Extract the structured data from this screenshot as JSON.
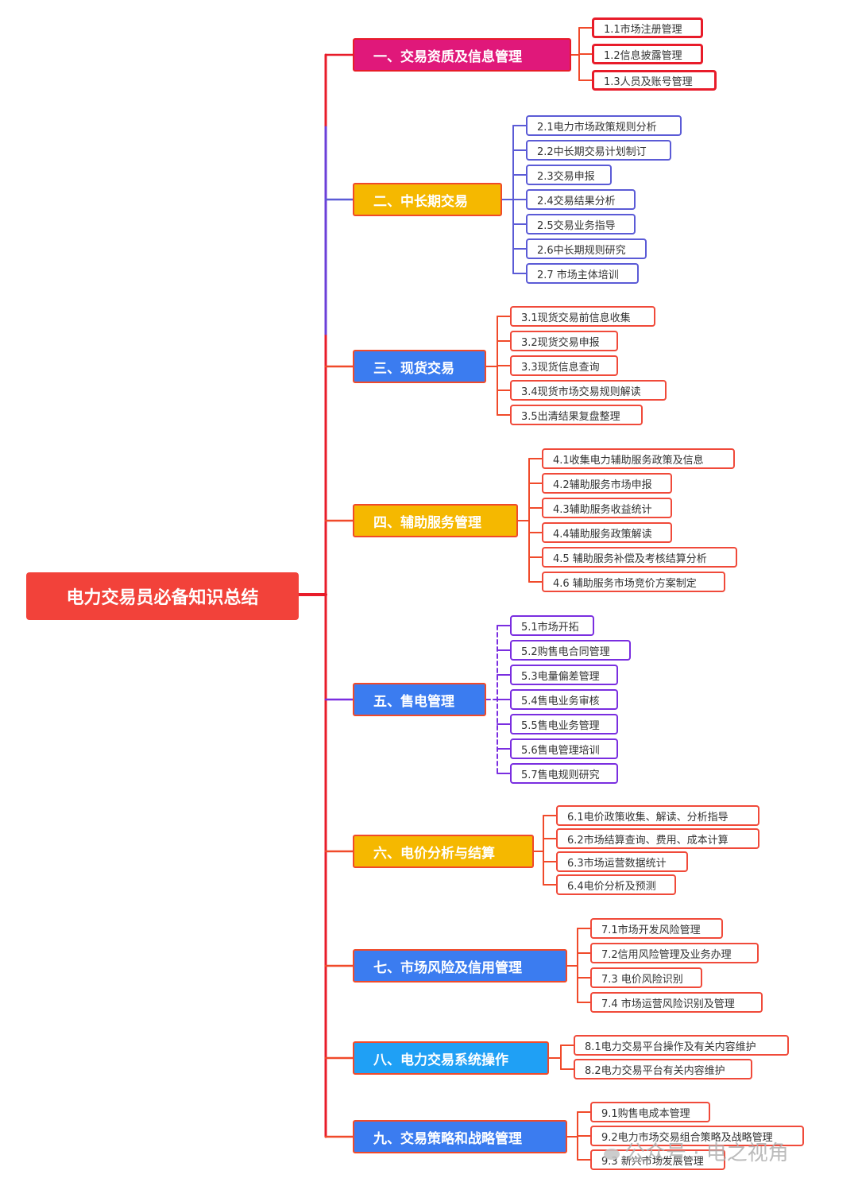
{
  "root": {
    "label": "电力交易员必备知识总结",
    "color": "#f2423a"
  },
  "categories": [
    {
      "label": "一、交易资质及信息管理",
      "color": "#e0187a",
      "line": "#e81c2a",
      "items": [
        "1.1市场注册管理",
        "1.2信息披露管理",
        "1.3人员及账号管理"
      ]
    },
    {
      "label": "二、中长期交易",
      "color": "#f5b800",
      "line": "#5b5bd6",
      "items": [
        "2.1电力市场政策规则分析",
        "2.2中长期交易计划制订",
        "2.3交易申报",
        "2.4交易结果分析",
        "2.5交易业务指导",
        "2.6中长期规则研究",
        "2.7 市场主体培训"
      ]
    },
    {
      "label": "三、现货交易",
      "color": "#3b7cf0",
      "line": "#f04a2a",
      "items": [
        "3.1现货交易前信息收集",
        "3.2现货交易申报",
        "3.3现货信息查询",
        "3.4现货市场交易规则解读",
        "3.5出清结果复盘整理"
      ]
    },
    {
      "label": "四、辅助服务管理",
      "color": "#f5b800",
      "line": "#f04a2a",
      "items": [
        "4.1收集电力辅助服务政策及信息",
        "4.2辅助服务市场申报",
        "4.3辅助服务收益统计",
        "4.4辅助服务政策解读",
        "4.5 辅助服务补偿及考核结算分析",
        "4.6 辅助服务市场竞价方案制定"
      ]
    },
    {
      "label": "五、售电管理",
      "color": "#3b7cf0",
      "line": "#7a2ee0",
      "items": [
        "5.1市场开拓",
        "5.2购售电合同管理",
        "5.3电量偏差管理",
        "5.4售电业务审核",
        "5.5售电业务管理",
        "5.6售电管理培训",
        "5.7售电规则研究"
      ]
    },
    {
      "label": "六、电价分析与结算",
      "color": "#f5b800",
      "line": "#f04a2a",
      "items": [
        "6.1电价政策收集、解读、分析指导",
        "6.2市场结算查询、费用、成本计算",
        "6.3市场运营数据统计",
        "6.4电价分析及预测"
      ]
    },
    {
      "label": "七、市场风险及信用管理",
      "color": "#3b7cf0",
      "line": "#f04a2a",
      "items": [
        "7.1市场开发风险管理",
        "7.2信用风险管理及业务办理",
        "7.3 电价风险识别",
        "7.4 市场运营风险识别及管理"
      ]
    },
    {
      "label": "八、电力交易系统操作",
      "color": "#1fa0f5",
      "line": "#f04a2a",
      "items": [
        "8.1电力交易平台操作及有关内容维护",
        "8.2电力交易平台有关内容维护"
      ]
    },
    {
      "label": "九、交易策略和战略管理",
      "color": "#3b7cf0",
      "line": "#f04a2a",
      "items": [
        "9.1购售电成本管理",
        "9.2电力市场交易组合策略及战略管理",
        "9.3 新兴市场发展管理"
      ]
    }
  ],
  "watermark": "公众号 · 电之视角"
}
